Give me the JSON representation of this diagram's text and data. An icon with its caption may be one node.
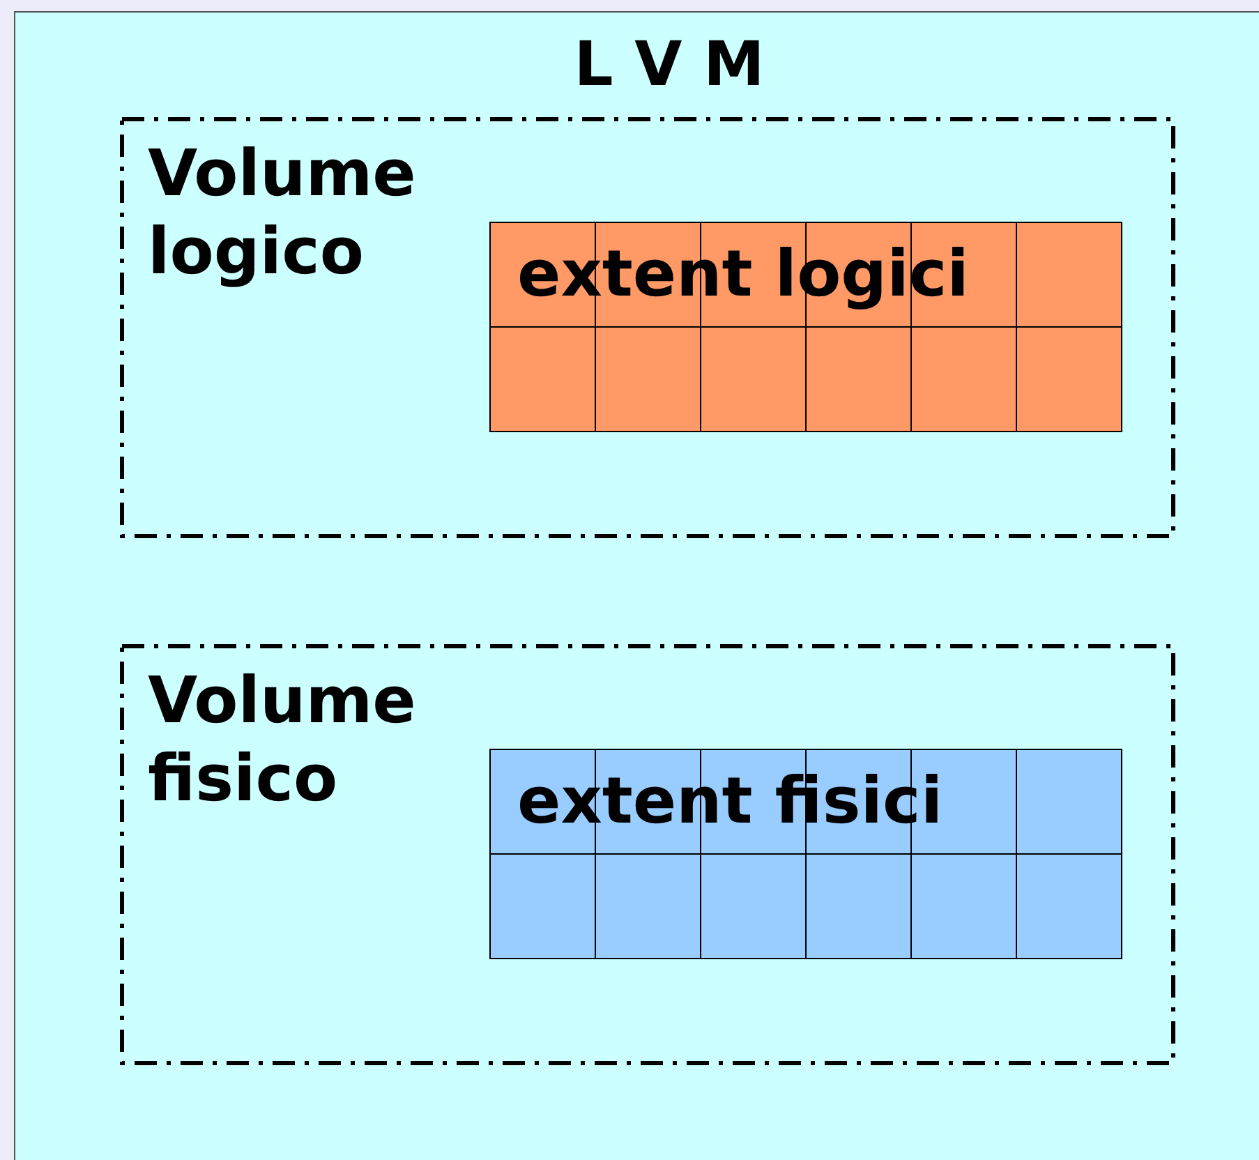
{
  "diagram": {
    "nodes": [
      {
        "text": [
          "L V M"
        ]
      },
      {
        "text": [
          "Volume logico"
        ],
        "in": 0
      },
      {
        "text": [
          "extent logici"
        ],
        "in": 1
      },
      {
        "text": [
          "Volume fisico"
        ],
        "in": 0
      },
      {
        "text": [
          "extent fisici"
        ],
        "in": 3
      }
    ]
  }
}
